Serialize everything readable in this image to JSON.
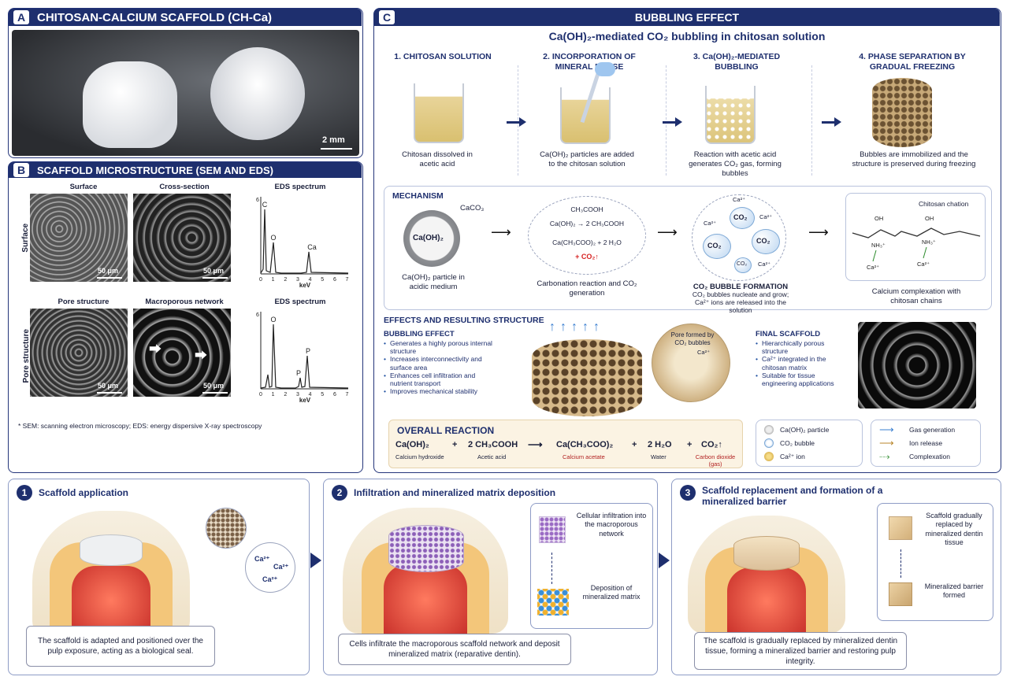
{
  "panelA": {
    "letter": "A",
    "title": "CHITOSAN-CALCIUM SCAFFOLD (CH-Ca)",
    "scalebar": "2 mm"
  },
  "panelB": {
    "letter": "B",
    "title": "SCAFFOLD MICROSTRUCTURE (SEM AND EDS)",
    "row1": {
      "side": "Surface",
      "cols": [
        "Surface",
        "Cross-section",
        "EDS spectrum"
      ],
      "scale1": "50 μm",
      "scale2": "50 μm",
      "peaks": [
        "C",
        "O",
        "Ca"
      ]
    },
    "row2": {
      "side": "Pore structure",
      "cols": [
        "Pore structure",
        "Macroporous network",
        "EDS spectrum"
      ],
      "scale1": "50 μm",
      "scale2": "50 μm",
      "peaks": [
        "O",
        "P",
        "P"
      ]
    },
    "axis": {
      "ticks": [
        "0",
        "1",
        "2",
        "3",
        "4",
        "5",
        "6",
        "7"
      ],
      "xlabel": "keV",
      "y1": "6",
      "y2": "6"
    },
    "footnote": "* SEM: scanning electron microscopy; EDS: energy dispersive X-ray spectroscopy"
  },
  "panelC": {
    "letter": "C",
    "title": "BUBBLING EFFECT",
    "subtitle": "Ca(OH)₂-mediated CO₂ bubbling in chitosan solution",
    "steps": [
      {
        "title": "1.  CHITOSAN SOLUTION",
        "desc": "Chitosan dissolved in acetic acid"
      },
      {
        "title": "2.  INCORPORATION OF MINERAL PHASE",
        "desc": "Ca(OH)₂ particles are added to the chitosan solution"
      },
      {
        "title": "3.  Ca(OH)₂-MEDIATED BUBBLING",
        "desc": "Reaction with acetic acid generates CO₂ gas, forming bubbles"
      },
      {
        "title": "4.  PHASE SEPARATION BY GRADUAL FREEZING",
        "desc": "Bubbles are immobilized and the structure is preserved during freezing"
      }
    ],
    "mechanism": {
      "title": "MECHANISM",
      "particle_label": "Ca(OH)₂",
      "shell_label": "CaCO₃",
      "particle_desc": "Ca(OH)₂ particle in acidic medium",
      "eq1": "CH₃COOH",
      "eq2": "Ca(OH)₂ → 2 CH₃COOH",
      "eq3": "Ca(CH₃COO)₂ + 2 H₂O",
      "eq4": "+ CO₂↑",
      "carb_desc": "Carbonation reaction and CO₂ generation",
      "bubble_title": "CO₂ BUBBLE FORMATION",
      "bubble_desc": "CO₂ bubbles nucleate and grow; Ca²⁺ ions are released into the solution",
      "co2": "CO₂",
      "ca": "Ca²⁺",
      "chitosan_title": "Chitosan chation",
      "oh": "OH",
      "nh3": "NH₃⁺",
      "chitosan_desc": "Calcium complexation with chitosan chains"
    },
    "effects": {
      "title": "EFFECTS AND RESULTING STRUCTURE",
      "bubbling_title": "BUBBLING EFFECT",
      "bubbling_items": [
        "Generates a highly porous internal structure",
        "Increases interconnectivity and surface area",
        "Enhances cell infiltration and nutrient transport",
        "Improves mechanical stability"
      ],
      "pore_label": "Pore formed by CO₂ bubbles",
      "ca": "Ca²⁺",
      "final_title": "FINAL SCAFFOLD",
      "final_items": [
        "Hierarchically porous structure",
        "Ca²⁺ integrated in the chitosan matrix",
        "Suitable for tissue engineering applications"
      ]
    },
    "reaction": {
      "title": "OVERALL REACTION",
      "terms": [
        "Ca(OH)₂",
        "+",
        "2 CH₃COOH",
        "⟶",
        "Ca(CH₃COO)₂",
        "+",
        "2 H₂O",
        "+",
        "CO₂↑"
      ],
      "names": [
        "Calcium hydroxide",
        "Acetic acid",
        "Calcium acetate",
        "Water",
        "Carbon dioxide (gas)"
      ]
    },
    "legend": {
      "items": [
        "Ca(OH)₂ particle",
        "CO₂ bubble",
        "Ca²⁺ ion"
      ],
      "arrows": [
        "Gas generation",
        "Ion release",
        "Complexation"
      ]
    }
  },
  "bottom": [
    {
      "num": "1",
      "title": "Scaffold application",
      "caption": "The scaffold is adapted and positioned over the pulp exposure, acting as a biological seal.",
      "ca": "Ca²⁺"
    },
    {
      "num": "2",
      "title": "Infiltration and mineralized matrix deposition",
      "caption": "Cells infiltrate the macroporous scaffold network and deposit mineralized matrix (reparative dentin).",
      "side1": "Cellular infiltration into the macroporous network",
      "side2": "Deposition of mineralized matrix"
    },
    {
      "num": "3",
      "title": "Scaffold replacement and formation of a mineralized barrier",
      "caption": "The scaffold is gradually replaced by mineralized dentin tissue, forming a mineralized barrier and restoring pulp integrity.",
      "side1": "Scaffold gradually replaced by mineralized dentin tissue",
      "side2": "Mineralized barrier formed"
    }
  ]
}
